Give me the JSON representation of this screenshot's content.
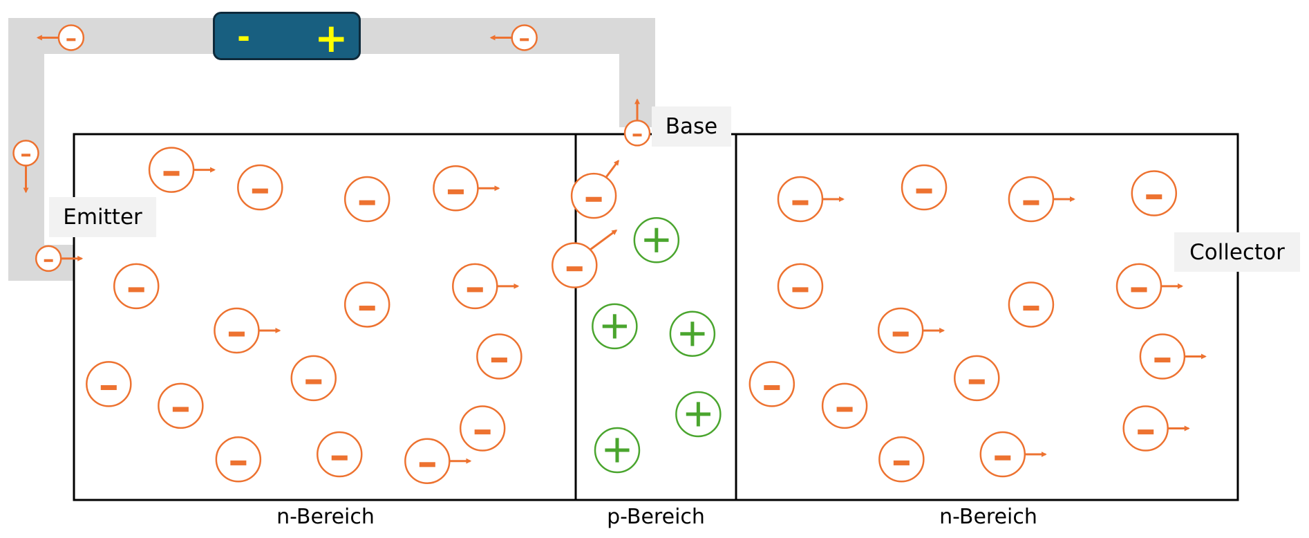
{
  "title": "NPN transistor electron flow",
  "battery": {
    "negative_symbol": "-",
    "positive_symbol": "+",
    "color": "#185f80",
    "symbol_color": "#ffff00"
  },
  "terminals": {
    "emitter": "Emitter",
    "base": "Base",
    "collector": "Collector"
  },
  "regions": [
    {
      "label": "n-Bereich",
      "type": "n"
    },
    {
      "label": "p-Bereich",
      "type": "p"
    },
    {
      "label": "n-Bereich",
      "type": "n"
    }
  ],
  "particles": {
    "electron_symbol": "−",
    "hole_symbol": "+",
    "electron_color": "#ed7230",
    "hole_color": "#4aa52e",
    "counts": {
      "left_n_electrons": 16,
      "p_electrons": 2,
      "p_holes": 5,
      "right_n_electrons": 15,
      "wire_electrons": 5
    }
  },
  "colors": {
    "wire": "#d9d9d9",
    "outline": "#000000",
    "label_bg": "#f2f2f2"
  }
}
